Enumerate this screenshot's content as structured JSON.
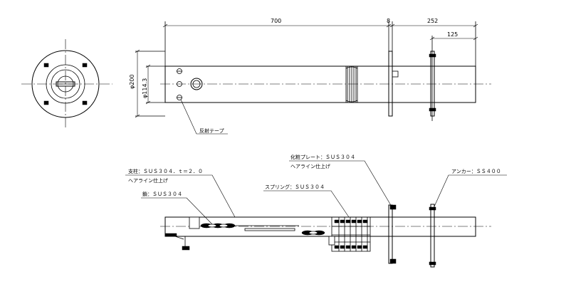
{
  "dimensions": {
    "total_length": "700",
    "flange_thickness": "8",
    "anchor_length": "252",
    "anchor_half": "125",
    "outer_diameter": "φ200",
    "post_diameter": "φ114.3"
  },
  "labels": {
    "reflective_tape": "反射テープ",
    "cosmetic_plate_line1": "化粧プレート：ＳＵＳ３０４",
    "cosmetic_plate_line2": "ヘアライン仕上げ",
    "post_line1": "支柱：ＳＵＳ３０４．ｔ＝２．０",
    "post_line2": "ヘアライン仕上げ",
    "spring": "スプリング：ＳＵＳ３０４",
    "chain": "鎖：ＳＵＳ３０４",
    "anchor": "アンカー：ＳＳ４００"
  }
}
